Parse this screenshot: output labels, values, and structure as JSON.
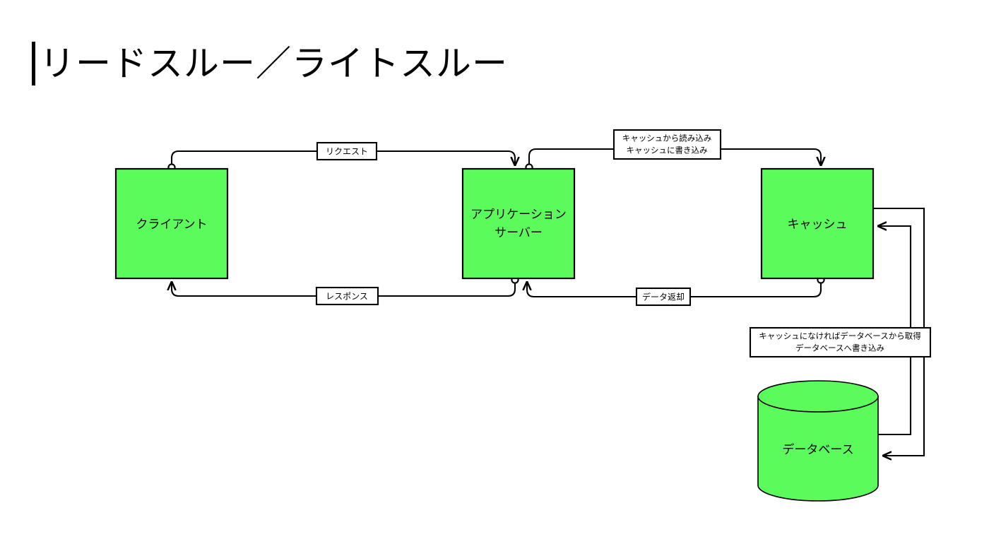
{
  "slide": {
    "title": "リードスルー／ライトスルー",
    "background_color": "#ffffff",
    "accent_bar_color": "#000000"
  },
  "theme": {
    "node_fill": "#5cfb5c",
    "node_stroke": "#000000",
    "edge_color": "#000000",
    "label_fill": "#ffffff",
    "text_color": "#000000"
  },
  "nodes": {
    "client": {
      "label": "クライアント",
      "shape": "rect"
    },
    "app_server": {
      "label_line1": "アプリケーション",
      "label_line2": "サーバー",
      "shape": "rect"
    },
    "cache": {
      "label": "キャッシュ",
      "shape": "rect"
    },
    "database": {
      "label": "データベース",
      "shape": "cylinder"
    }
  },
  "edges": {
    "request": {
      "label": "リクエスト",
      "from": "client",
      "to": "app_server"
    },
    "response": {
      "label": "レスポンス",
      "from": "app_server",
      "to": "client"
    },
    "cache_rw": {
      "label_line1": "キャッシュから読み込み",
      "label_line2": "キャッシュに書き込み",
      "from": "app_server",
      "to": "cache"
    },
    "data_return": {
      "label": "データ返却",
      "from": "cache",
      "to": "app_server"
    },
    "db_rw": {
      "label_line1": "キャッシュになければデータベースから取得",
      "label_line2": "データベースへ書き込み",
      "from": "cache",
      "to": "database"
    }
  }
}
